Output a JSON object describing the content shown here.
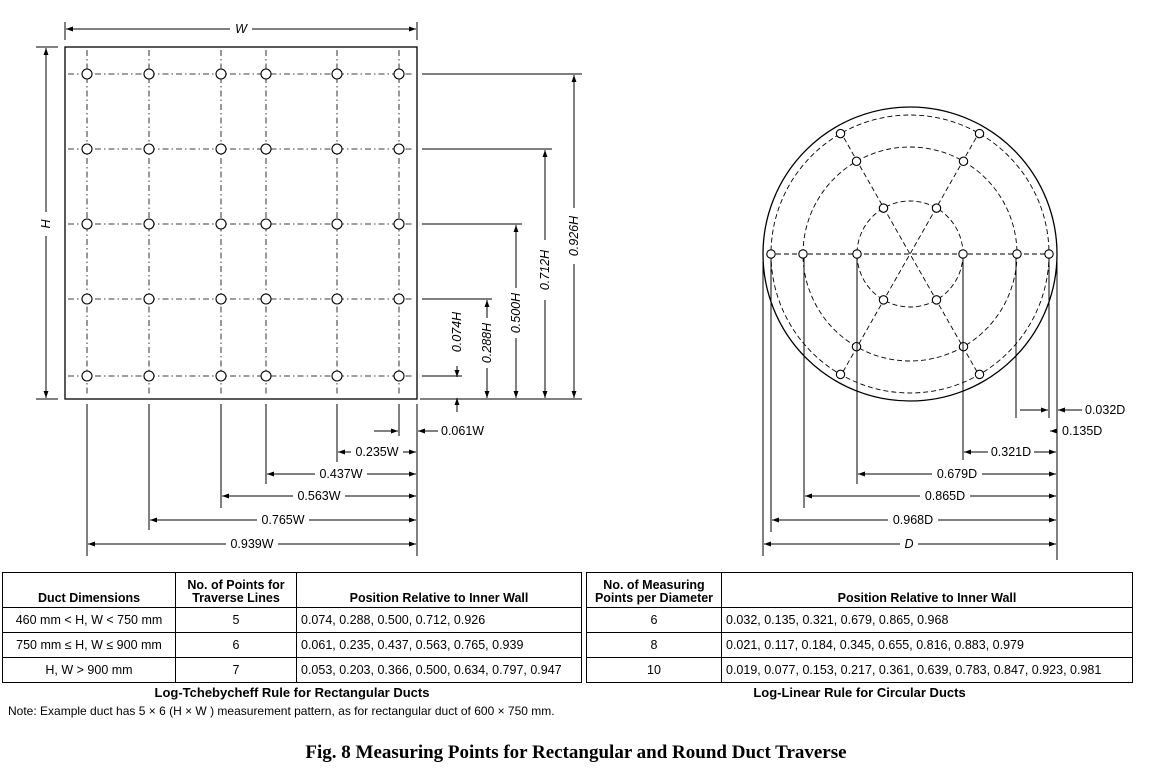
{
  "rect_diagram": {
    "width_label": "W",
    "height_label": "H",
    "vertical_dims": [
      "0.074H",
      "0.288H",
      "0.500H",
      "0.712H",
      "0.926H"
    ],
    "horizontal_dims": [
      "0.061W",
      "0.235W",
      "0.437W",
      "0.563W",
      "0.765W",
      "0.939W"
    ]
  },
  "round_diagram": {
    "dims": [
      "0.032D",
      "0.135D",
      "0.321D",
      "0.679D",
      "0.865D",
      "0.968D",
      "D"
    ]
  },
  "rect_table": {
    "headers": [
      "Duct Dimensions",
      "No. of Points for Traverse Lines",
      "Position Relative to Inner Wall"
    ],
    "rows": [
      [
        "460 mm < H, W < 750 mm",
        "5",
        "0.074, 0.288, 0.500, 0.712, 0.926"
      ],
      [
        "750 mm ≤ H, W ≤ 900 mm",
        "6",
        "0.061, 0.235, 0.437, 0.563, 0.765, 0.939"
      ],
      [
        "H, W > 900 mm",
        "7",
        "0.053, 0.203, 0.366, 0.500, 0.634, 0.797, 0.947"
      ]
    ],
    "caption": "Log-Tchebycheff Rule for Rectangular Ducts"
  },
  "round_table": {
    "headers": [
      "No. of Measuring Points per Diameter",
      "Position Relative to Inner Wall"
    ],
    "rows": [
      [
        "6",
        "0.032, 0.135, 0.321, 0.679, 0.865, 0.968"
      ],
      [
        "8",
        "0.021, 0.117, 0.184,  0.345,  0.655, 0.816, 0.883, 0.979"
      ],
      [
        "10",
        "0.019, 0.077, 0.153, 0.217, 0.361, 0.639, 0.783, 0.847, 0.923, 0.981"
      ]
    ],
    "caption": "Log-Linear Rule for Circular Ducts"
  },
  "note": "Note: Example duct has 5 × 6 (H × W ) measurement pattern, as for rectangular duct of 600 × 750 mm.",
  "figure_title": "Fig. 8    Measuring Points for Rectangular and Round Duct Traverse"
}
